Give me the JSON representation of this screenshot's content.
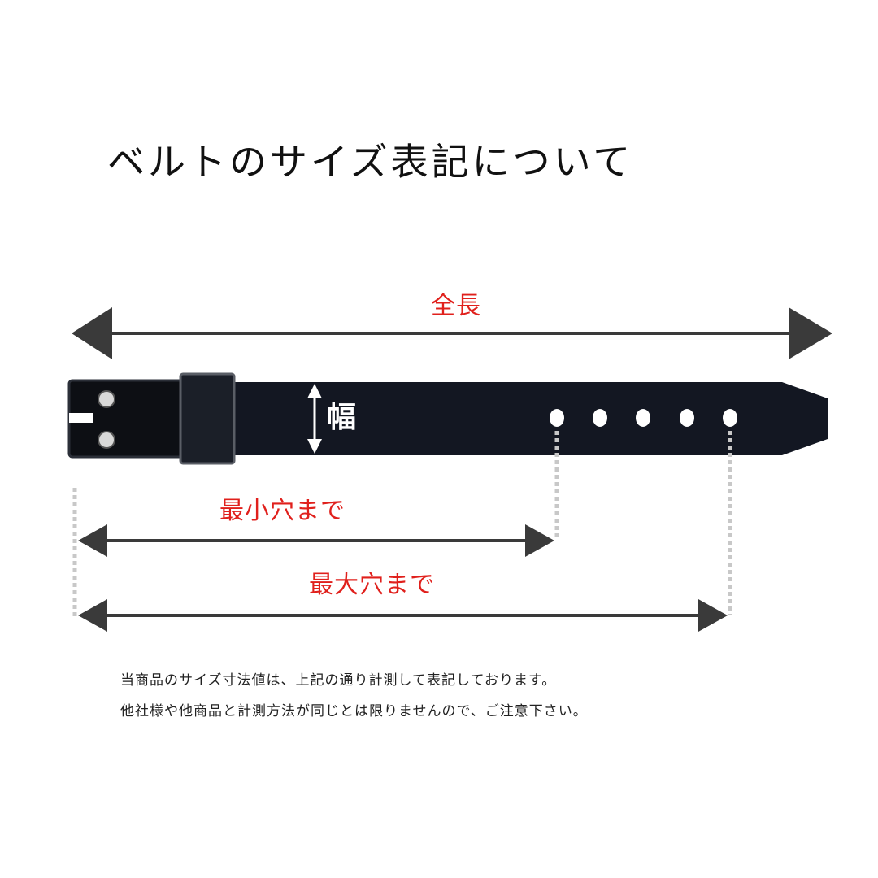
{
  "title": "ベルトのサイズ表記について",
  "labels": {
    "total_length": "全長",
    "width": "幅",
    "to_min_hole": "最小穴まで",
    "to_max_hole": "最大穴まで"
  },
  "notes": [
    "当商品のサイズ寸法値は、上記の通り計測して表記しております。",
    "他社様や他商品と計測方法が同じとは限りませんので、ご注意下さい。"
  ],
  "colors": {
    "accent": "#e0201c",
    "arrow": "#3a3a3a",
    "belt": "#131722",
    "guide": "#c8c8c8",
    "hole": "#ffffff"
  },
  "belt": {
    "hole_count": 5
  }
}
